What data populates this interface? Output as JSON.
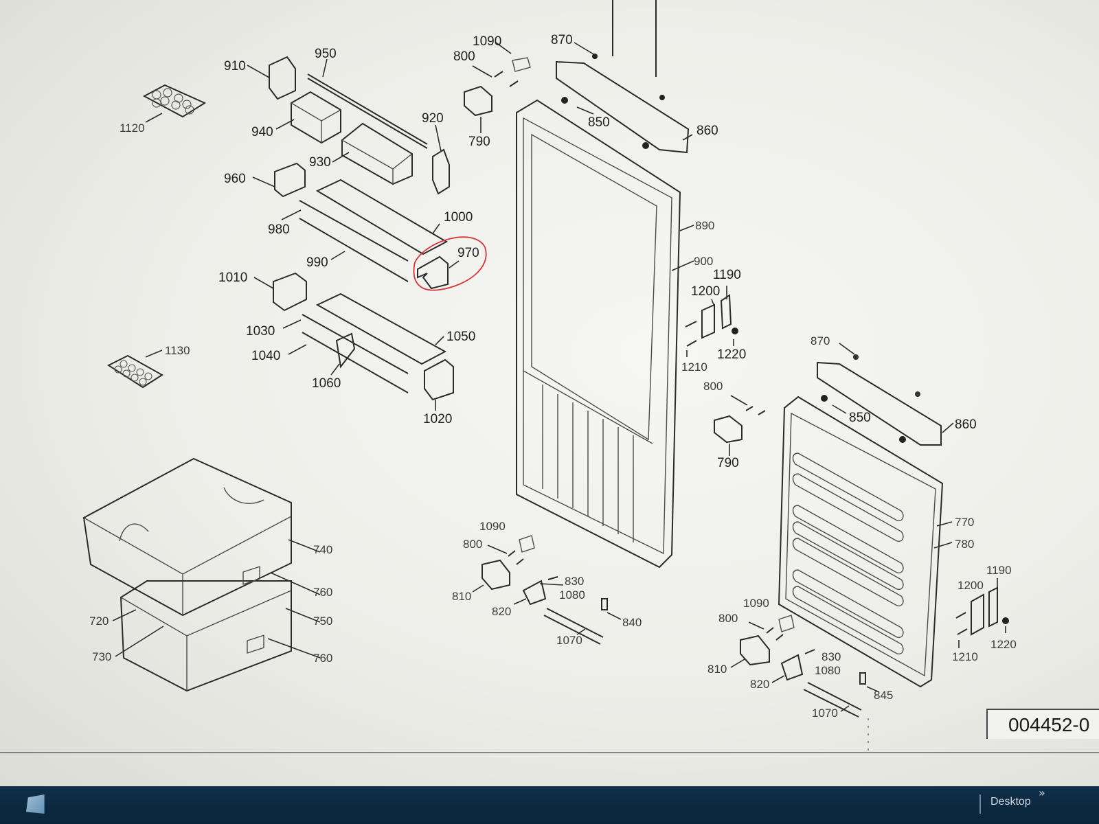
{
  "drawing": {
    "document_number": "004452-0",
    "labels": {
      "p1120": "1120",
      "p910": "910",
      "p950": "950",
      "p940": "940",
      "p930": "930",
      "p920": "920",
      "p960": "960",
      "p980": "980",
      "p1000": "1000",
      "p990": "990",
      "p970": "970",
      "p1010": "1010",
      "p1030": "1030",
      "p1040": "1040",
      "p1050": "1050",
      "p1060": "1060",
      "p1020": "1020",
      "p1130": "1130",
      "p1090a": "1090",
      "p800a": "800",
      "p870a": "870",
      "p790a": "790",
      "p850a": "850",
      "p860a": "860",
      "p890": "890",
      "p900": "900",
      "p1190a": "1190",
      "p1200a": "1200",
      "p1220a": "1220",
      "p1210a": "1210",
      "p870b": "870",
      "p800b": "800",
      "p850b": "850",
      "p860b": "860",
      "p790b": "790",
      "p740": "740",
      "p760a": "760",
      "p720": "720",
      "p750": "750",
      "p730": "730",
      "p760b": "760",
      "p1090b": "1090",
      "p800c": "800",
      "p810a": "810",
      "p830a": "830",
      "p1080a": "1080",
      "p820a": "820",
      "p840": "840",
      "p1070a": "1070",
      "p770": "770",
      "p780": "780",
      "p1190b": "1190",
      "p1200b": "1200",
      "p1220b": "1220",
      "p1210b": "1210",
      "p1090c": "1090",
      "p800d": "800",
      "p810b": "810",
      "p830b": "830",
      "p1080b": "1080",
      "p820b": "820",
      "p845": "845",
      "p1070b": "1070"
    },
    "highlight_color": "#d9343a"
  },
  "taskbar": {
    "desktop_label": "Desktop",
    "chevron": "»"
  }
}
